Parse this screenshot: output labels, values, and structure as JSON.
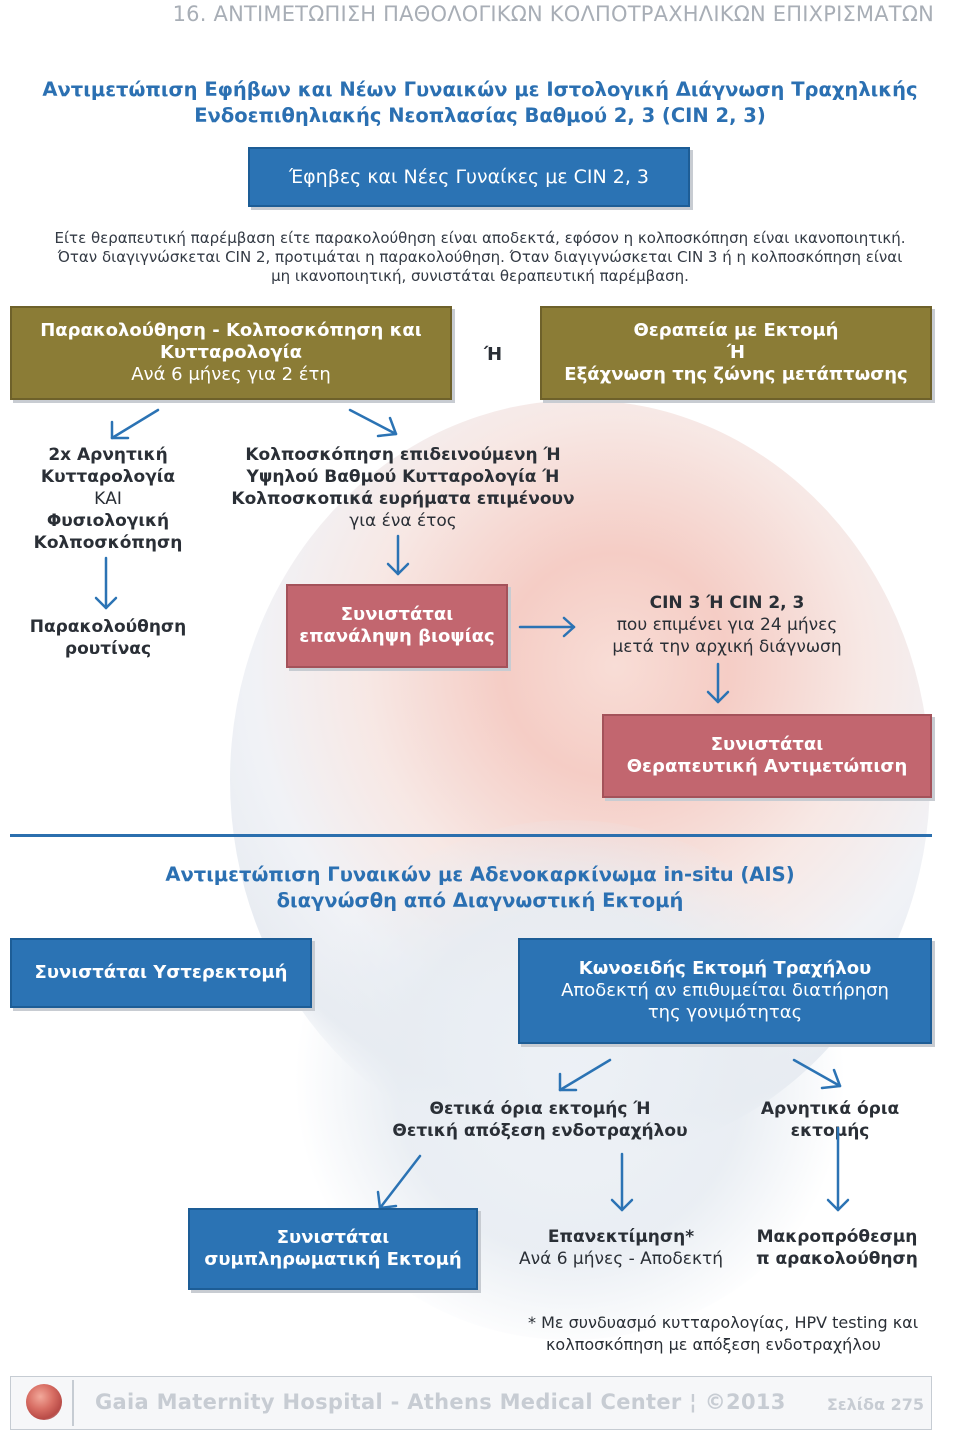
{
  "header": {
    "title": "16. ΑΝΤΙΜΕΤΩΠΙΣΗ ΠΑΘΟΛΟΓΙΚΩΝ ΚΟΛΠΟΤΡΑΧΗΛΙΚΩΝ ΕΠΙΧΡΙΣΜΑΤΩΝ"
  },
  "section1": {
    "title_line1": "Αντιμετώπιση Εφήβων και Νέων Γυναικών με Ιστολογική Διάγνωση Τραχηλικής",
    "title_line2": "Ενδοεπιθηλιακής Νεοπλασίας Βαθμού 2, 3 (CIN 2, 3)",
    "top_box": "Έφηβες και Νέες Γυναίκες με CIN 2, 3",
    "intro_line1": "Είτε θεραπευτική παρέμβαση είτε παρακολούθηση είναι αποδεκτά, εφόσον η κολποσκόπηση είναι ικανοποιητική.",
    "intro_line2": "Όταν διαγιγνώσκεται CIN 2, προτιμάται η παρακολούθηση. Όταν διαγιγνώσκεται CIN 3 ή η κολποσκόπηση είναι",
    "intro_line3": "μη ικανοποιητική, συνιστάται θεραπευτική παρέμβαση.",
    "olive_left": {
      "line1": "Παρακολούθηση - Κολποσκόπηση και",
      "line2": "Κυτταρολογία",
      "line3": "Ανά 6 μήνες για 2 έτη"
    },
    "or_label": "Ή",
    "olive_right": {
      "line1": "Θεραπεία με Εκτομή",
      "line2": "Ή",
      "line3": "Εξάχνωση της ζώνης μετάπτωσης"
    },
    "left_branch": {
      "line1": "2x Αρνητική",
      "line2": "Κυτταρολογία",
      "line3": "ΚΑΙ",
      "line4": "Φυσιολογική",
      "line5": "Κολποσκόπηση"
    },
    "middle_branch": {
      "line1": "Κολποσκόπηση επιδεινούμενη Ή",
      "line2": "Υψηλού Βαθμού Κυτταρολογία Ή",
      "line3": "Κολποσκοπικά ευρήματα επιμένουν",
      "line4": "για ένα έτος"
    },
    "routine_followup": {
      "line1": "Παρακολούθηση",
      "line2": "ρουτίνας"
    },
    "rebiopsy_box": {
      "line1": "Συνιστάται",
      "line2": "επανάληψη βιοψίας"
    },
    "persist_text": {
      "line1": "CIN 3 Ή CIN 2, 3",
      "line2": "που επιμένει για 24 μήνες",
      "line3": "μετά την αρχική διάγνωση"
    },
    "treatment_box": {
      "line1": "Συνιστάται",
      "line2": "Θεραπευτική Αντιμετώπιση"
    }
  },
  "section2": {
    "title_line1": "Αντιμετώπιση Γυναικών με Αδενοκαρκίνωμα in-situ (AIS)",
    "title_line2": "διαγνώσθη από Διαγνωστική Εκτομή",
    "hysterectomy_box": "Συνιστάται Υστερεκτομή",
    "conization_box": {
      "line1": "Κωνοειδής Εκτομή Τραχήλου",
      "line2": "Αποδεκτή αν επιθυμείται διατήρηση",
      "line3": "της γονιμότητας"
    },
    "positive_margins": {
      "line1": "Θετικά όρια εκτομής Ή",
      "line2": "Θετική απόξεση ενδοτραχήλου"
    },
    "negative_margins": "Αρνητικά όρια εκτομής",
    "complementary_box": {
      "line1": "Συνιστάται",
      "line2": "συμπληρωματική Εκτομή"
    },
    "reassessment": {
      "line1": "Επανεκτίμηση*",
      "line2": "Ανά 6 μήνες - Αποδεκτή"
    },
    "longterm": {
      "line1": "Μακροπρόθεσμη",
      "line2": "π αρακολούθηση"
    },
    "footnote": {
      "line1": "* Με συνδυασμό κυτταρολογίας, HPV testing και",
      "line2": "κολποσκόπηση με απόξεση ενδοτραχήλου"
    }
  },
  "footer": {
    "text": "Gaia Maternity Hospital - Athens Medical Center ¦ ©2013",
    "page": "Σελίδα 275"
  },
  "colors": {
    "blue": "#2b73b4",
    "olive": "#8b7c36",
    "rose": "#c2666f",
    "title_blue": "#2b70b2"
  }
}
